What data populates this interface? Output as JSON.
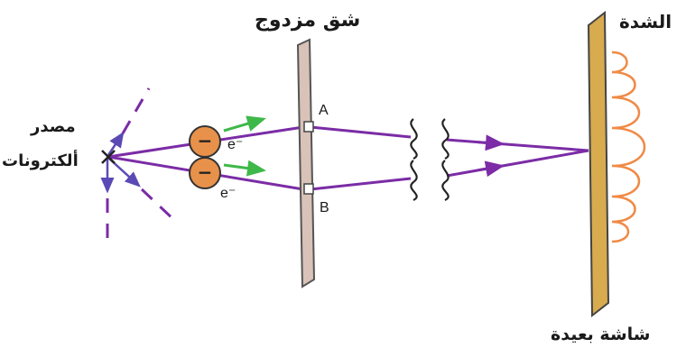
{
  "labels": {
    "double_slit": "شق مزدوج",
    "intensity": "الشدة",
    "source_line1": "مصدر",
    "source_line2": "ألكترونات",
    "distant_screen": "شاشة بعيدة",
    "slit_a": "A",
    "slit_b": "B",
    "electron_top": "e⁻",
    "electron_bottom": "e⁻",
    "electron_symbol": "−"
  },
  "colors": {
    "ray": "#7b2ca6",
    "dashed": "#7b2ca6",
    "arrow_blue": "#5b4ab5",
    "electron_fill": "#e8914a",
    "electron_stroke": "#333333",
    "momentum_arrow": "#3fb84a",
    "slit_plate": "#d9c2b8",
    "screen": "#d7ab4e",
    "intensity_curve": "#f08a45",
    "squiggle": "#222222"
  },
  "icons": {
    "source": "x-mark-icon",
    "electron": "electron-icon",
    "wave": "wave-squiggle-icon"
  }
}
